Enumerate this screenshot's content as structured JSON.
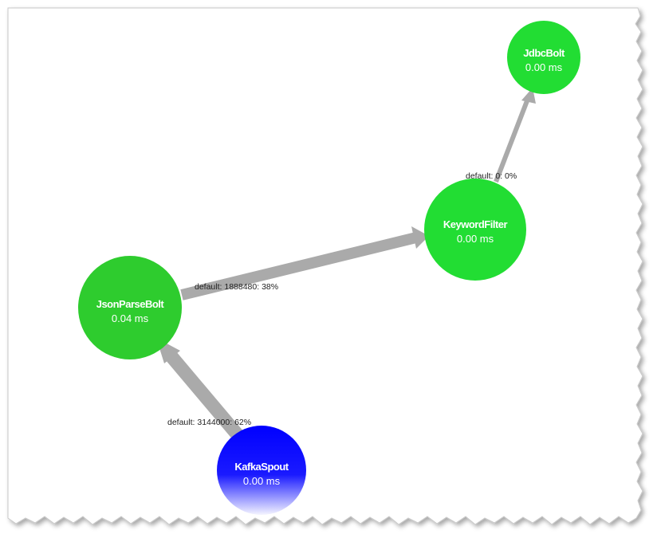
{
  "topology": {
    "nodes": [
      {
        "id": "kafka-spout",
        "name": "KafkaSpout",
        "latency": "0.00 ms",
        "kind": "spout",
        "color": "#0000ff"
      },
      {
        "id": "json-parse-bolt",
        "name": "JsonParseBolt",
        "latency": "0.04 ms",
        "kind": "bolt",
        "color": "#2ecc2e"
      },
      {
        "id": "keyword-filter",
        "name": "KeywordFilter",
        "latency": "0.00 ms",
        "kind": "bolt",
        "color": "#22dd33"
      },
      {
        "id": "jdbc-bolt",
        "name": "JdbcBolt",
        "latency": "0.00 ms",
        "kind": "bolt",
        "color": "#22dd33"
      }
    ],
    "edges": [
      {
        "from": "kafka-spout",
        "to": "json-parse-bolt",
        "label": "default: 3144000: 62%",
        "share_percent": 62
      },
      {
        "from": "json-parse-bolt",
        "to": "keyword-filter",
        "label": "default: 1888480: 38%",
        "share_percent": 38
      },
      {
        "from": "keyword-filter",
        "to": "jdbc-bolt",
        "label": "default: 0: 0%",
        "share_percent": 0
      }
    ],
    "colors": {
      "edge": "#aaaaaa",
      "spout": "#0000ff",
      "bolt": "#22dd33"
    }
  }
}
